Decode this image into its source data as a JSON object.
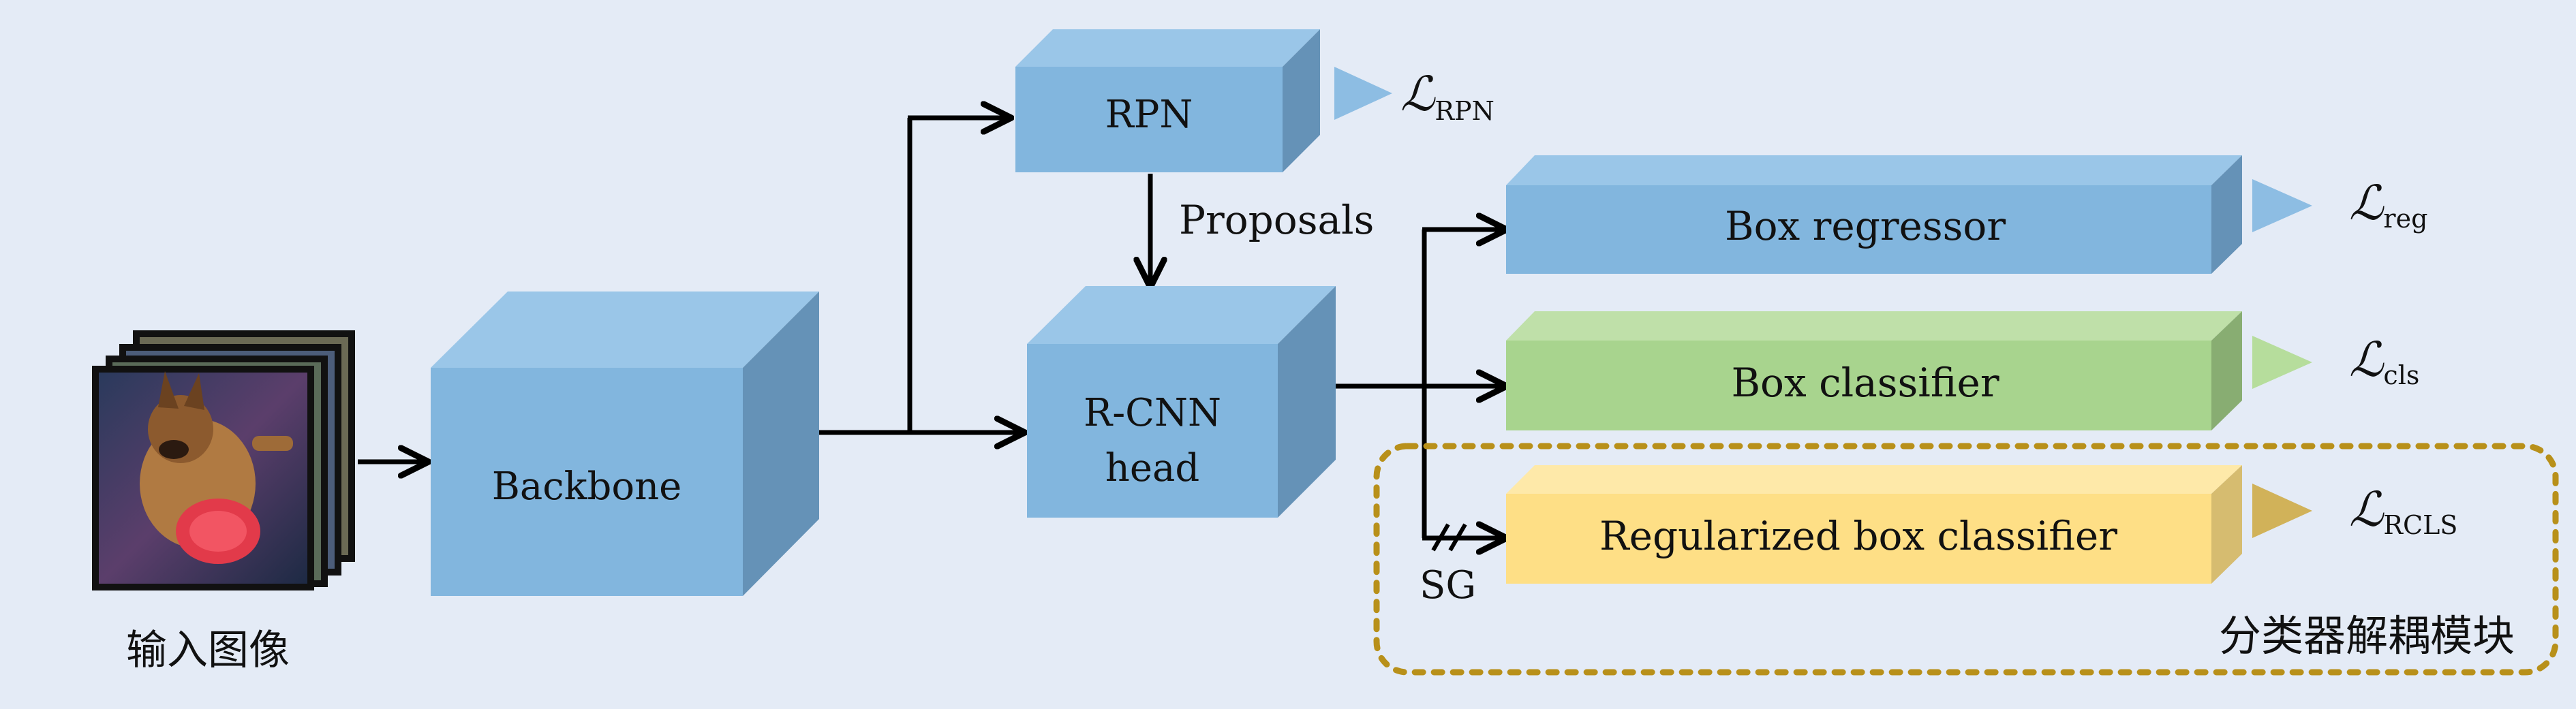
{
  "input_image": {
    "label": "输入图像",
    "icon": "photo-stack-dog-icon"
  },
  "blocks": {
    "backbone": "Backbone",
    "rpn": "RPN",
    "rcnn_head_line1": "R-CNN",
    "rcnn_head_line2": "head",
    "box_regressor": "Box regressor",
    "box_classifier": "Box classifier",
    "regularized_box_classifier": "Regularized box classifier"
  },
  "edges": {
    "proposals": "Proposals",
    "stop_gradient": "SG"
  },
  "losses": {
    "rpn": {
      "symbol": "ℒ",
      "subscript": "RPN"
    },
    "reg": {
      "symbol": "ℒ",
      "subscript": "reg"
    },
    "cls": {
      "symbol": "ℒ",
      "subscript": "cls"
    },
    "rcls": {
      "symbol": "ℒ",
      "subscript": "RCLS"
    }
  },
  "module_label": "分类器解耦模块",
  "colors": {
    "background": "#e4ebf6",
    "blue_front": "#82b6de",
    "blue_top": "#9ac6e8",
    "blue_side": "#6592b7",
    "green_front": "#a8d48e",
    "green_top": "#bfe0a9",
    "green_side": "#88ad72",
    "yellow_front": "#fedf86",
    "yellow_top": "#fee9a9",
    "yellow_side": "#d6bc70",
    "module_border": "#b8901a"
  }
}
